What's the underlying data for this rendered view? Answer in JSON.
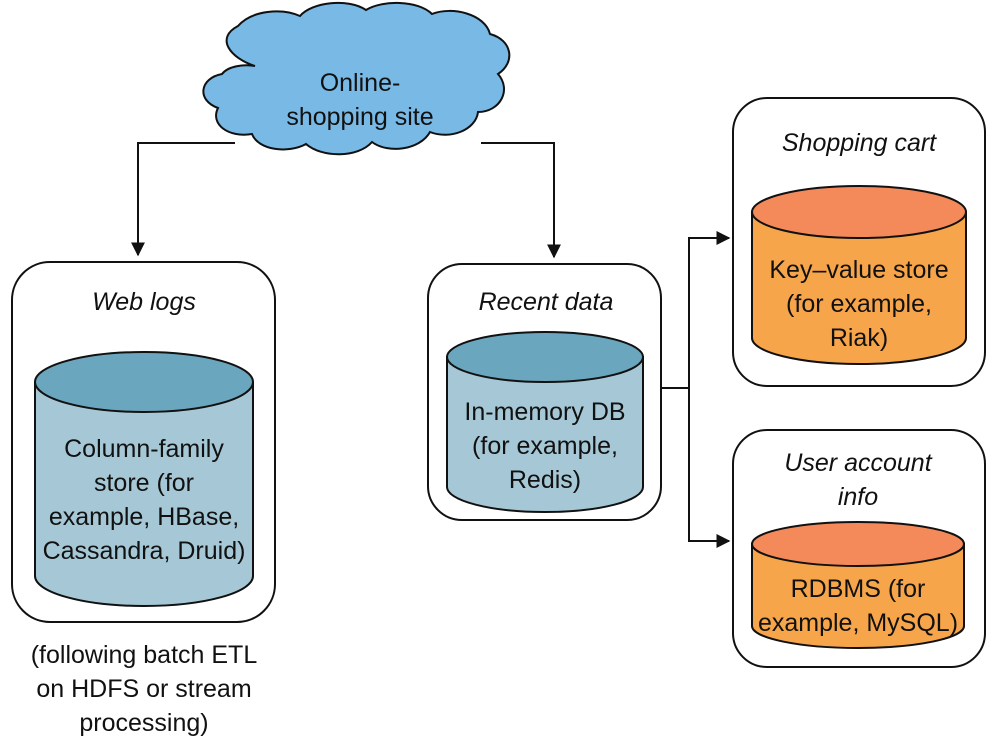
{
  "cloud": {
    "line1": "Online-",
    "line2": "shopping site"
  },
  "web_logs": {
    "title": "Web logs",
    "store": [
      "Column-family",
      "store (for",
      "example, HBase,",
      "Cassandra, Druid)"
    ],
    "caption": [
      "(following batch ETL",
      "on HDFS or stream",
      "processing)"
    ]
  },
  "recent_data": {
    "title": "Recent data",
    "store": [
      "In-memory DB",
      "(for example,",
      "Redis)"
    ]
  },
  "shopping_cart": {
    "title": "Shopping cart",
    "store": [
      "Key–value store",
      "(for example,",
      "Riak)"
    ]
  },
  "user_account": {
    "title": [
      "User account",
      "info"
    ],
    "store": [
      "RDBMS (for",
      "example, MySQL)"
    ]
  },
  "colors": {
    "cloud_fill": "#79b9e6",
    "blue_body": "#a6c8d6",
    "blue_top": "#6aa6bd",
    "orange_body": "#f7a54a",
    "orange_top": "#f48a5a"
  }
}
